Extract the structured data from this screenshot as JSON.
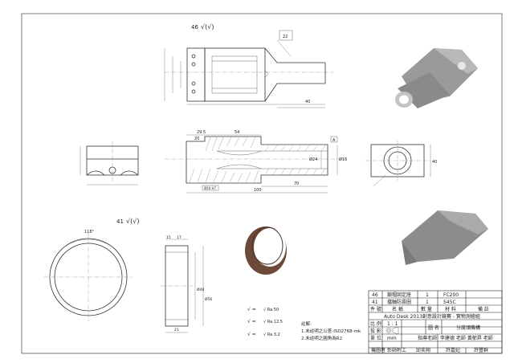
{
  "roughness": {
    "top_view": "46",
    "left_view": "41",
    "top_view_mark": "√(√)",
    "left_view_mark": "√(√)"
  },
  "dimensions": {
    "top_offset": "22",
    "top_length": "40",
    "front_left": "29.5",
    "front_span": "54",
    "front_step": "20",
    "front_total": "100",
    "front_right_part": "70",
    "bore_small": "Ø16",
    "bore_large": "Ø24",
    "front_note": "Ø20 H7",
    "front_callout": "A",
    "side_height": "40",
    "ring_angle": "118°",
    "ring_width_a": "15",
    "ring_width_b": "17",
    "ring_bottom": "21",
    "ring_inner": "Ø48",
    "ring_outer": "Ø56"
  },
  "surface_legend": [
    {
      "symbol": "√ = ",
      "value": "√ Ra 50"
    },
    {
      "symbol": "√ = ",
      "value": "√ Ra 12.5"
    },
    {
      "symbol": "√ = ",
      "value": "√ Ra 3.2"
    }
  ],
  "notes": {
    "heading": "註解:",
    "line1": "1.未註明之公差-ISO2768-mk",
    "line2": "2.未註明之圓角為R2"
  },
  "title_block": {
    "parts": [
      {
        "no": "46",
        "name": "鎖帽固定座",
        "qty": "1",
        "material": "FC200"
      },
      {
        "no": "41",
        "name": "擋軸防震圈",
        "qty": "1",
        "material": "S45C"
      }
    ],
    "header": {
      "no": "件 號",
      "name": "名 稱",
      "qty": "數 量",
      "material": "材 料",
      "remark": "備 註"
    },
    "title": "Auto Desk 2013創意設計競賽 - 實物測繪組",
    "scale_label": "比 例",
    "scale_value": "1 : 1",
    "projection_label": "投 影",
    "unit_label": "單 位",
    "unit_value": "mm",
    "drawing_name_label": "圖 名",
    "drawing_name": "分度頭機構",
    "teacher_label": "指導老師",
    "teachers": "李建德 老師 黃郁昇 老師",
    "school": "彰師附工",
    "school_label": "機圖者",
    "drafters": [
      "邱奕翔",
      "許嘉妃",
      "許豐群"
    ]
  }
}
